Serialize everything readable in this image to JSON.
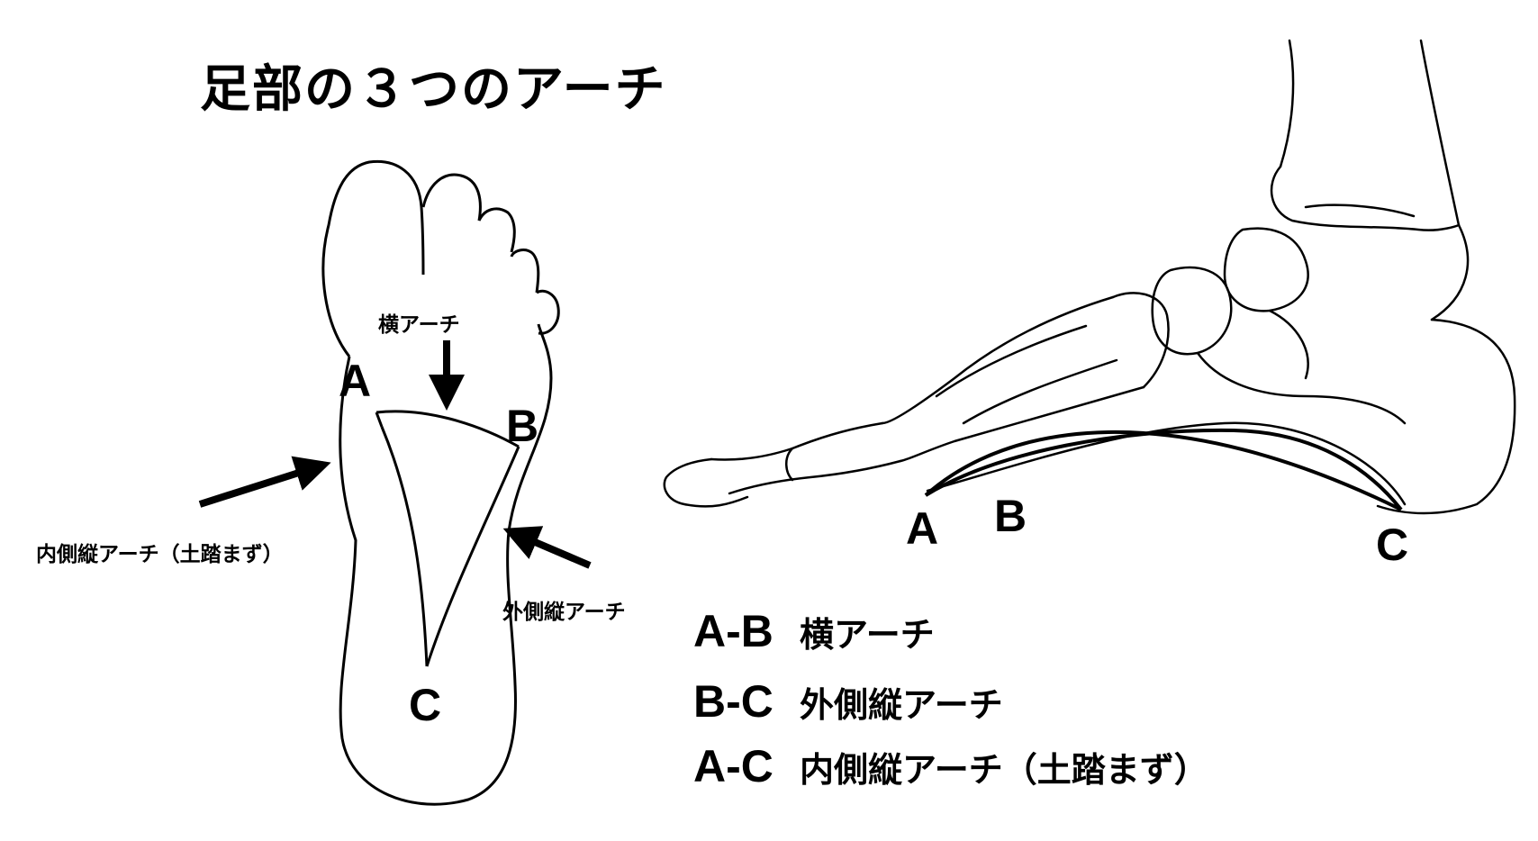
{
  "title": "足部の３つのアーチ",
  "labels": {
    "transverse": "横アーチ",
    "medial": "内側縦アーチ（土踏まず）",
    "lateral": "外側縦アーチ"
  },
  "points": {
    "a": "A",
    "b": "B",
    "c": "C"
  },
  "legend": [
    {
      "code": "A-B",
      "desc": "横アーチ"
    },
    {
      "code": "B-C",
      "desc": "外側縦アーチ"
    },
    {
      "code": "A-C",
      "desc": "内側縦アーチ（土踏まず）"
    }
  ]
}
